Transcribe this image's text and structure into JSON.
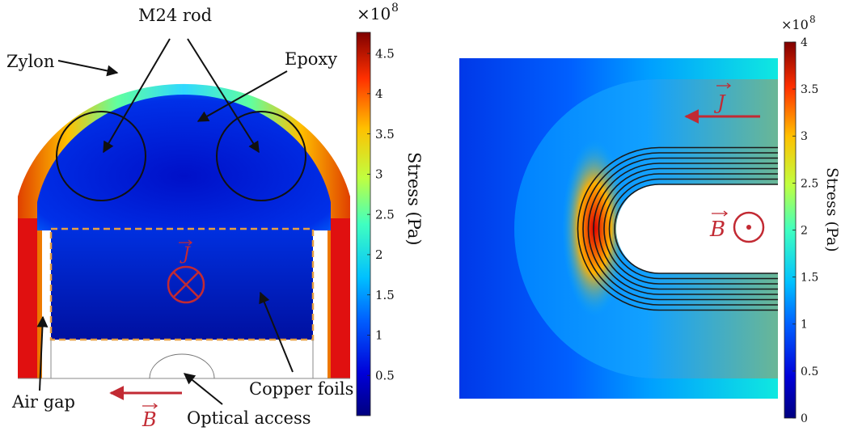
{
  "left_panel": {
    "labels": {
      "rod": "M24 rod",
      "zylon": "Zylon",
      "epoxy": "Epoxy",
      "current": "J",
      "field": "B",
      "air_gap": "Air gap",
      "copper": "Copper foils",
      "optical": "Optical access"
    },
    "colorbar": {
      "exponent": "×10",
      "exponent_power": "8",
      "ticks": [
        "0.5",
        "1",
        "1.5",
        "2",
        "2.5",
        "3",
        "3.5",
        "4",
        "4.5"
      ],
      "label": "Stress (Pa)"
    }
  },
  "right_panel": {
    "labels": {
      "current": "J",
      "field": "B"
    },
    "colorbar": {
      "exponent": "×10",
      "exponent_power": "8",
      "ticks": [
        "0",
        "0.5",
        "1",
        "1.5",
        "2",
        "2.5",
        "3",
        "3.5",
        "4"
      ],
      "label": "Stress (Pa)"
    }
  },
  "colors": {
    "annotation_red": "#c22a33",
    "dashed_orange": "#e8a040",
    "colormap": [
      "#00007f",
      "#0000d0",
      "#0050ff",
      "#00a8ff",
      "#10f0e0",
      "#80ff80",
      "#ffe800",
      "#ff7a00",
      "#e80000",
      "#7f0000"
    ]
  }
}
